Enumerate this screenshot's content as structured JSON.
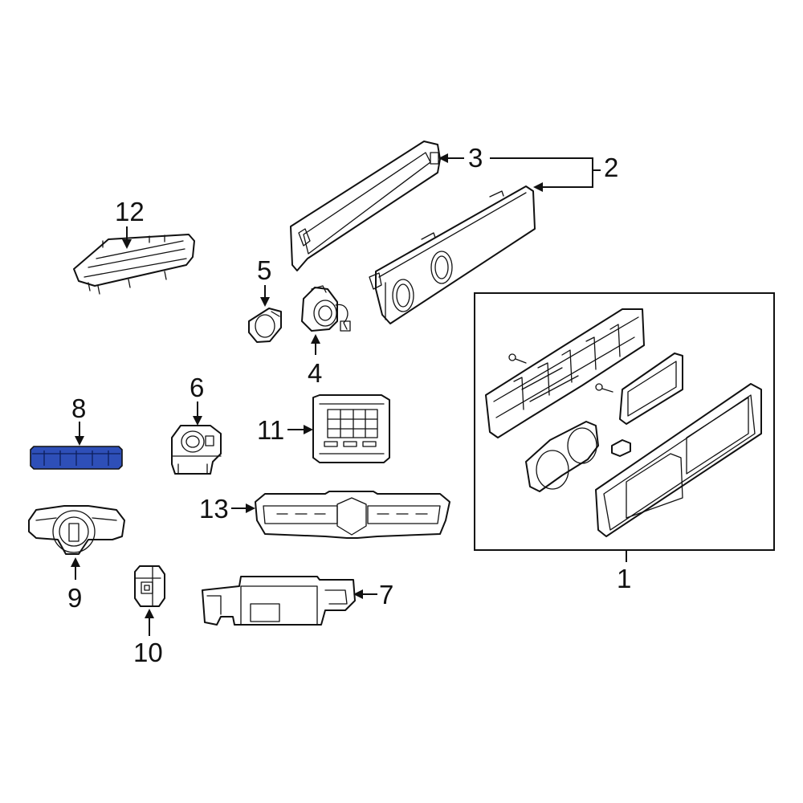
{
  "highlight_color": "#2e4fb8",
  "line_color": "#111111",
  "background": "#ffffff",
  "callouts": [
    {
      "id": "c1",
      "label": "1"
    },
    {
      "id": "c2",
      "label": "2"
    },
    {
      "id": "c3",
      "label": "3"
    },
    {
      "id": "c4",
      "label": "4"
    },
    {
      "id": "c5",
      "label": "5"
    },
    {
      "id": "c6",
      "label": "6"
    },
    {
      "id": "c7",
      "label": "7"
    },
    {
      "id": "c8",
      "label": "8"
    },
    {
      "id": "c9",
      "label": "9"
    },
    {
      "id": "c10",
      "label": "10"
    },
    {
      "id": "c11",
      "label": "11"
    },
    {
      "id": "c12",
      "label": "12"
    },
    {
      "id": "c13",
      "label": "13"
    }
  ],
  "highlighted_part": "8"
}
